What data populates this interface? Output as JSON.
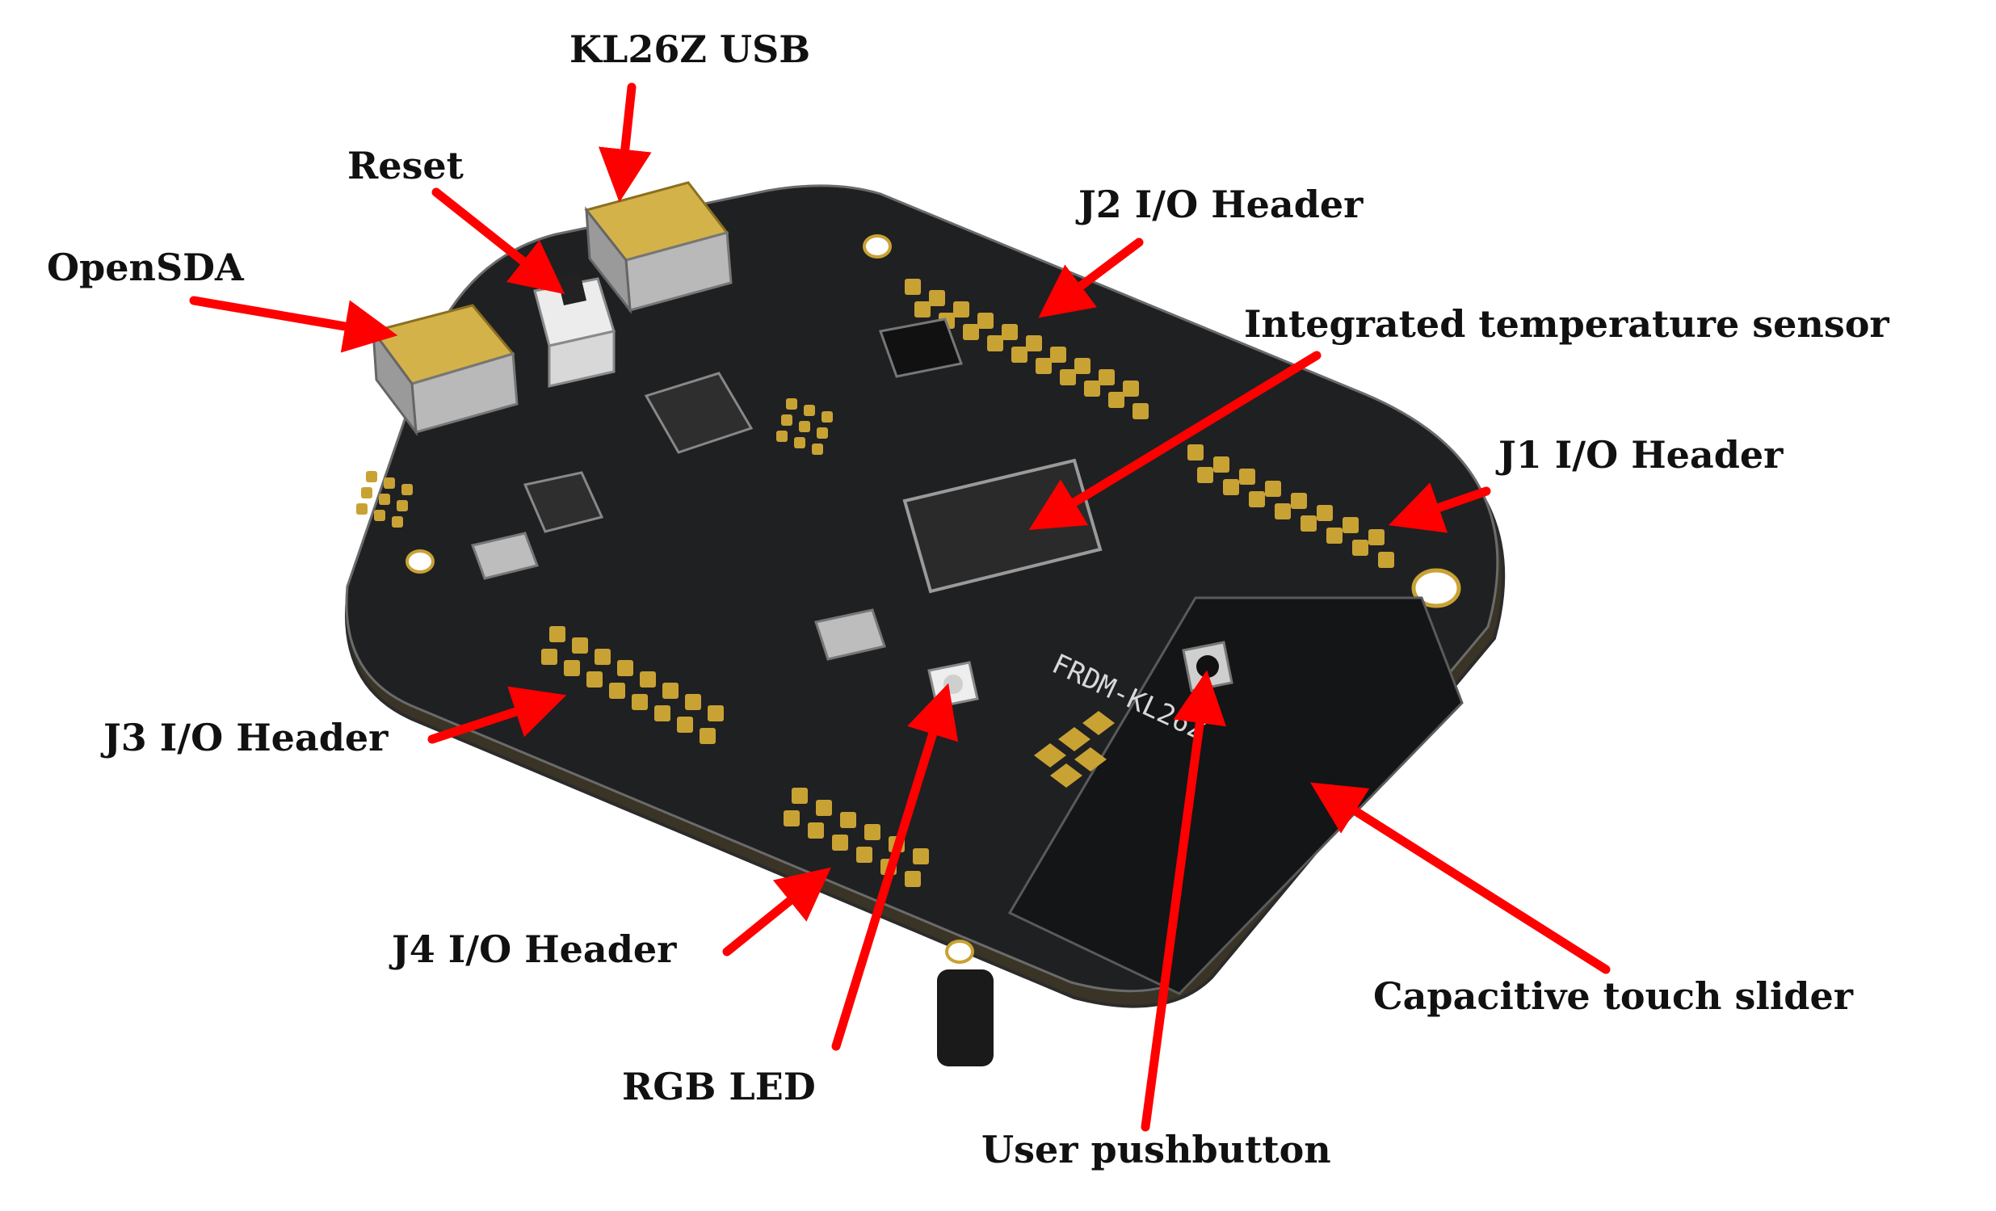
{
  "labels": {
    "kl26z_usb": "KL26Z USB",
    "reset": "Reset",
    "opensda": "OpenSDA",
    "j2_header": "J2 I/O Header",
    "temp_sensor": "Integrated temperature sensor",
    "j1_header": "J1 I/O Header",
    "j3_header": "J3 I/O Header",
    "j4_header": "J4 I/O Header",
    "capacitive_slider": "Capacitive touch slider",
    "rgb_led": "RGB LED",
    "user_pushbutton": "User pushbutton"
  },
  "board": {
    "silkscreen_name": "FRDM-KL26Z"
  },
  "colors": {
    "arrow": "#ff0000",
    "pcb": "#1f2022",
    "pad_gold": "#c9a234",
    "label_text": "#111111"
  }
}
